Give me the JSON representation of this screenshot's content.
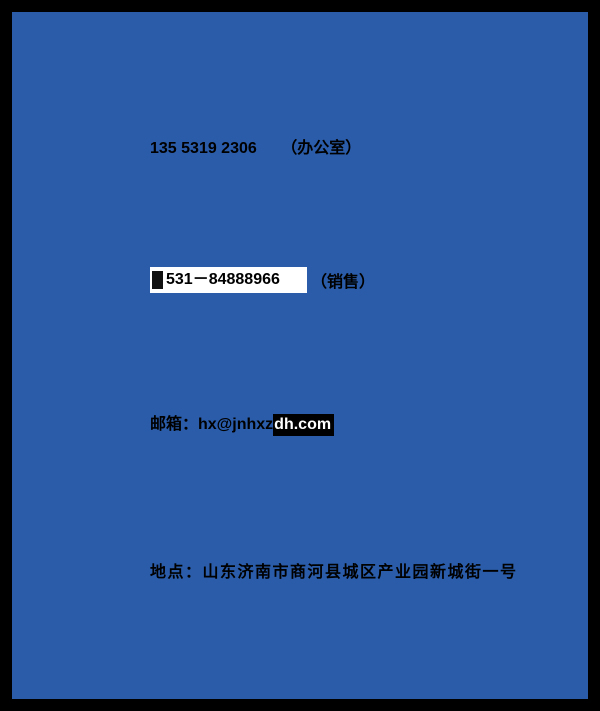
{
  "page": {
    "background_color": "#2A5CAA",
    "frame_color": "#000000",
    "text_color": "#000000",
    "highlight_white": "#FFFFFF",
    "highlight_black": "#000000"
  },
  "contact": {
    "office": {
      "phone": "135 5319 2306",
      "label": "（办公室）"
    },
    "sales": {
      "phone": "531－84888966",
      "label": "（销售）"
    },
    "email": {
      "prefix": "邮箱：hx@jnhxz",
      "highlighted": "dh.com"
    },
    "address": "地点：山东济南市商河县城区产业园新城街一号"
  }
}
